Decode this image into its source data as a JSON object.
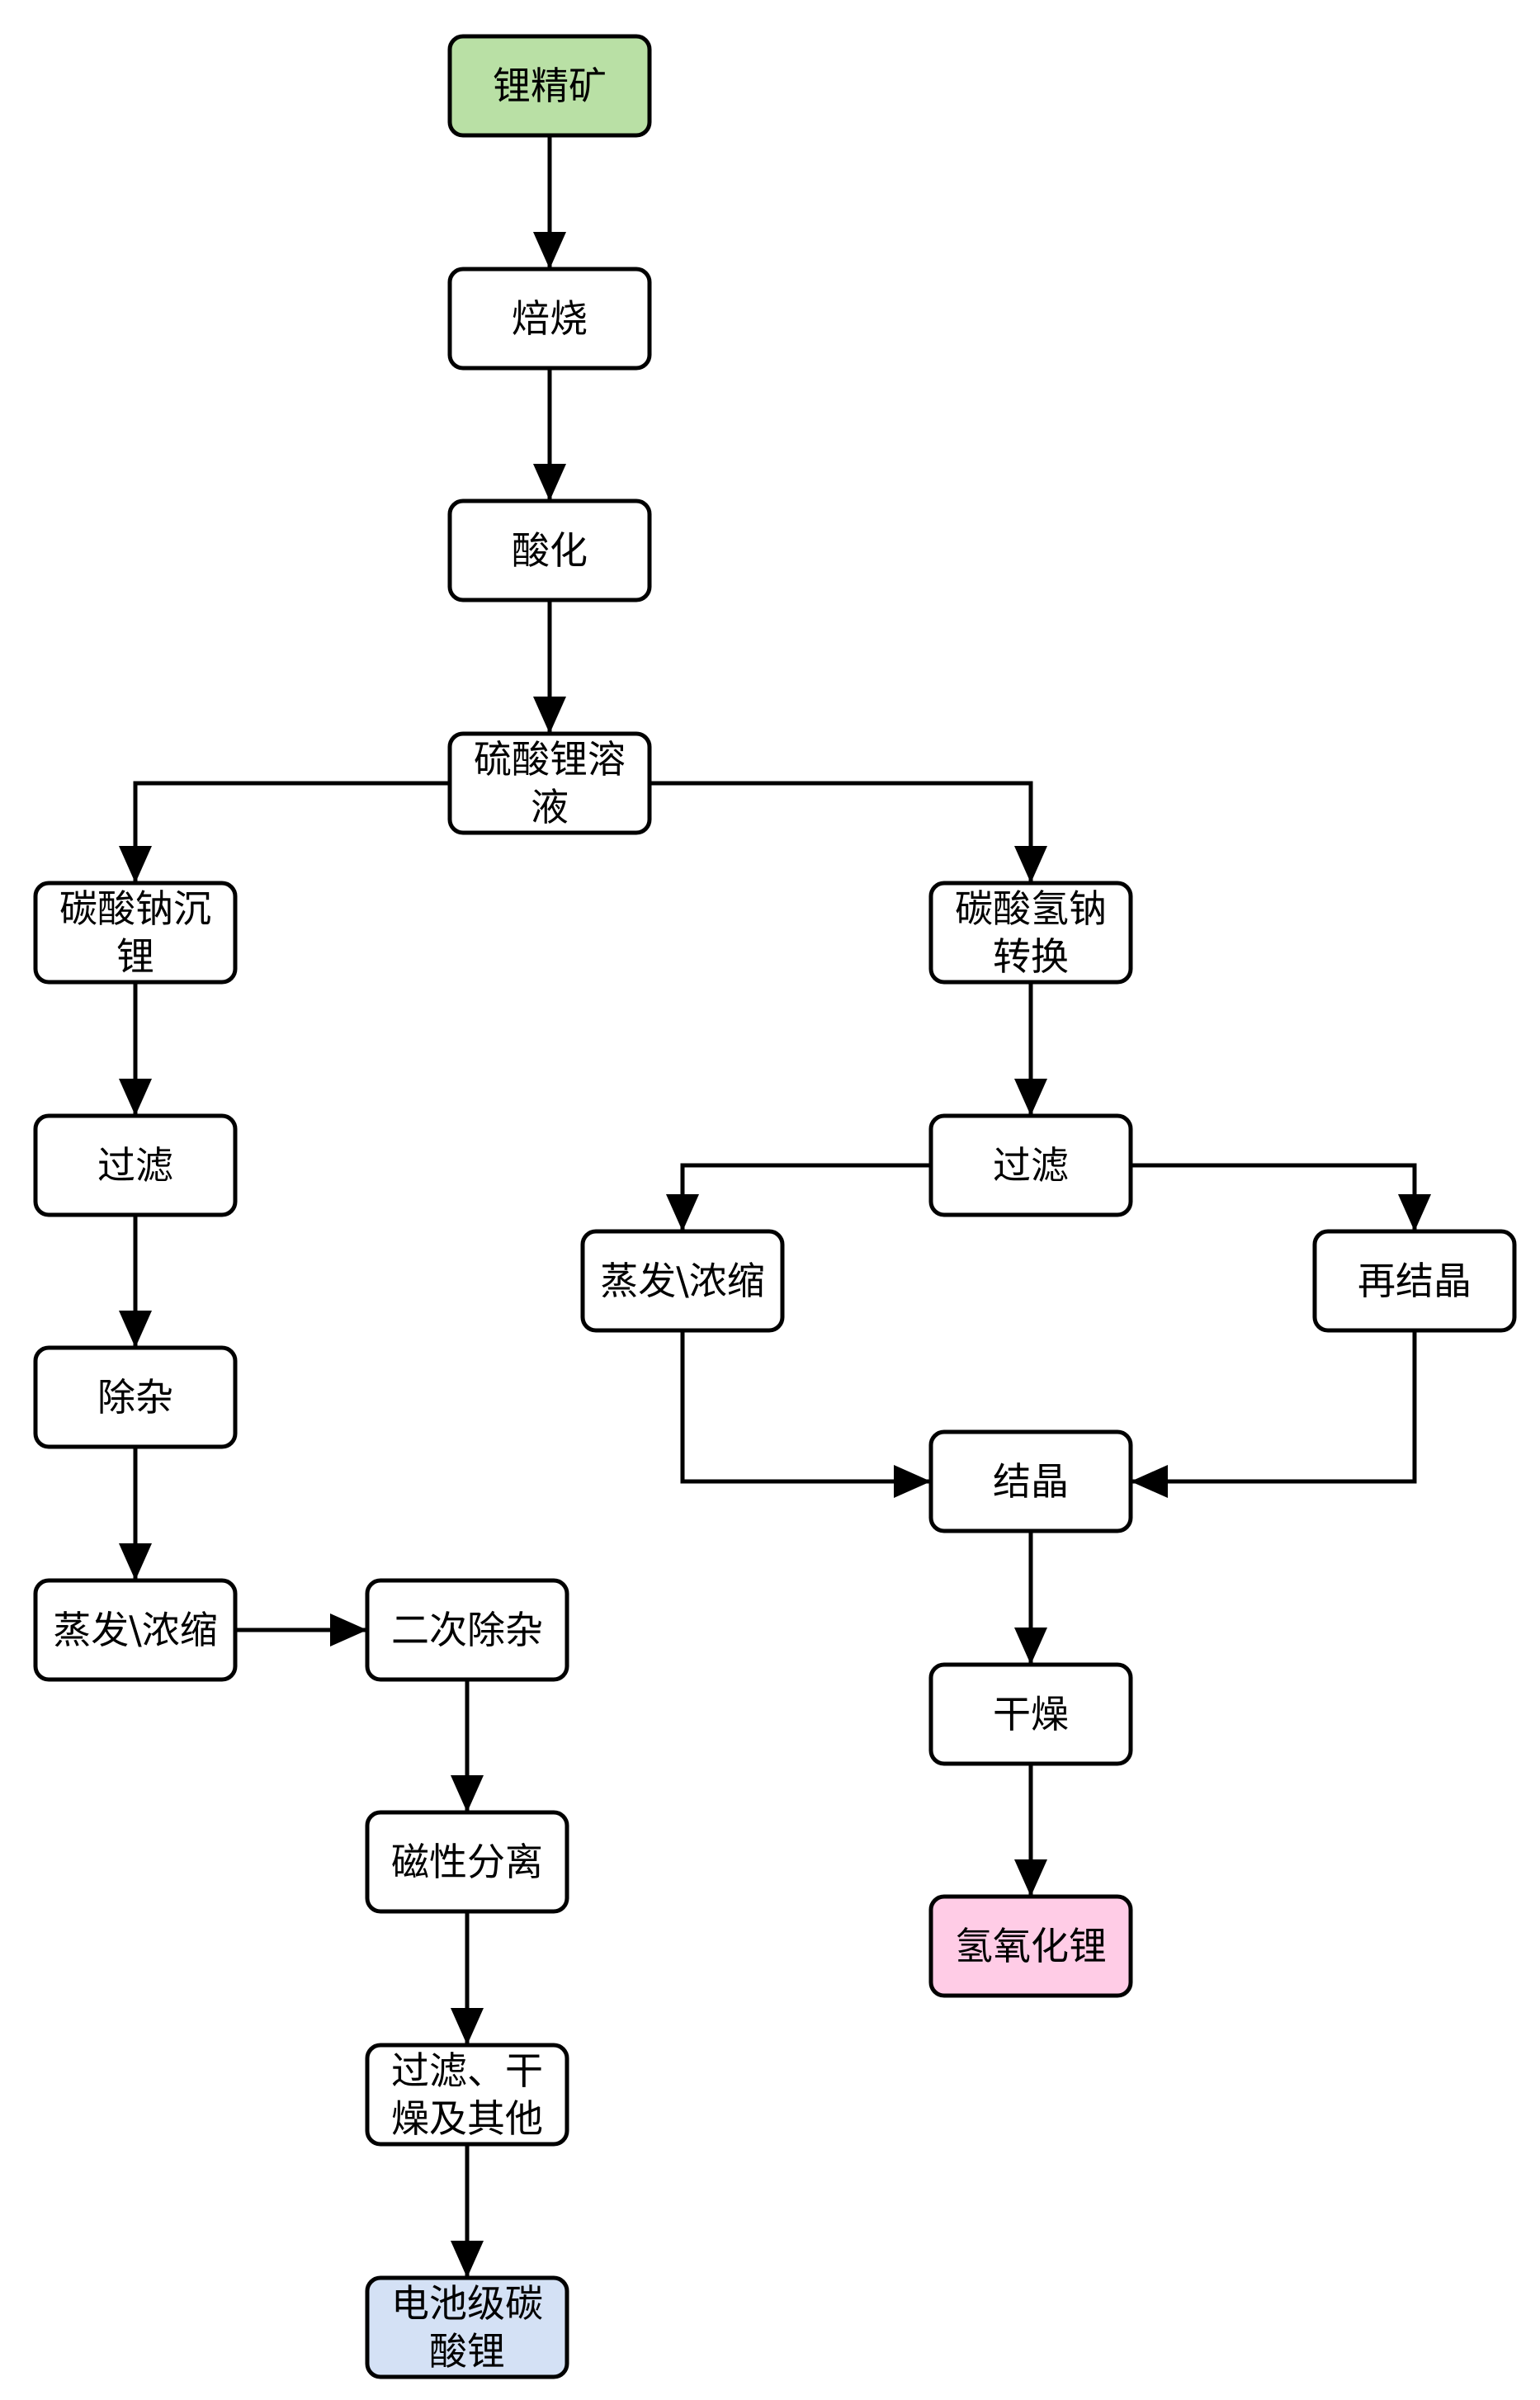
{
  "diagram": {
    "colors": {
      "start": "#b9e0a5",
      "end_left": "#d4e1f5",
      "end_right": "#ffcce6",
      "default": "#ffffff",
      "stroke": "#000000"
    },
    "nodes": [
      {
        "id": "n1",
        "lines": [
          "锂精矿"
        ],
        "fill": "start"
      },
      {
        "id": "n2",
        "lines": [
          "焙烧"
        ]
      },
      {
        "id": "n3",
        "lines": [
          "酸化"
        ]
      },
      {
        "id": "n4",
        "lines": [
          "硫酸锂溶",
          "液"
        ]
      },
      {
        "id": "n5",
        "lines": [
          "碳酸钠沉",
          "锂"
        ]
      },
      {
        "id": "n6",
        "lines": [
          "过滤"
        ]
      },
      {
        "id": "n7",
        "lines": [
          "除杂"
        ]
      },
      {
        "id": "n8",
        "lines": [
          "蒸发\\浓缩"
        ]
      },
      {
        "id": "n9",
        "lines": [
          "二次除杂"
        ]
      },
      {
        "id": "n10",
        "lines": [
          "磁性分离"
        ]
      },
      {
        "id": "n11",
        "lines": [
          "过滤、干",
          "燥及其他"
        ]
      },
      {
        "id": "n12",
        "lines": [
          "电池级碳",
          "酸锂"
        ],
        "fill": "end_left"
      },
      {
        "id": "n13",
        "lines": [
          "碳酸氢钠",
          "转换"
        ]
      },
      {
        "id": "n14",
        "lines": [
          "过滤"
        ]
      },
      {
        "id": "n15",
        "lines": [
          "蒸发\\浓缩"
        ]
      },
      {
        "id": "n16",
        "lines": [
          "再结晶"
        ]
      },
      {
        "id": "n17",
        "lines": [
          "结晶"
        ]
      },
      {
        "id": "n18",
        "lines": [
          "干燥"
        ]
      },
      {
        "id": "n19",
        "lines": [
          "氢氧化锂"
        ],
        "fill": "end_right"
      }
    ],
    "edges": [
      [
        "n1",
        "n2"
      ],
      [
        "n2",
        "n3"
      ],
      [
        "n3",
        "n4"
      ],
      [
        "n4",
        "n5"
      ],
      [
        "n4",
        "n13"
      ],
      [
        "n5",
        "n6"
      ],
      [
        "n6",
        "n7"
      ],
      [
        "n7",
        "n8"
      ],
      [
        "n8",
        "n9"
      ],
      [
        "n9",
        "n10"
      ],
      [
        "n10",
        "n11"
      ],
      [
        "n11",
        "n12"
      ],
      [
        "n13",
        "n14"
      ],
      [
        "n14",
        "n15"
      ],
      [
        "n14",
        "n16"
      ],
      [
        "n15",
        "n17"
      ],
      [
        "n16",
        "n17"
      ],
      [
        "n17",
        "n18"
      ],
      [
        "n18",
        "n19"
      ]
    ]
  }
}
